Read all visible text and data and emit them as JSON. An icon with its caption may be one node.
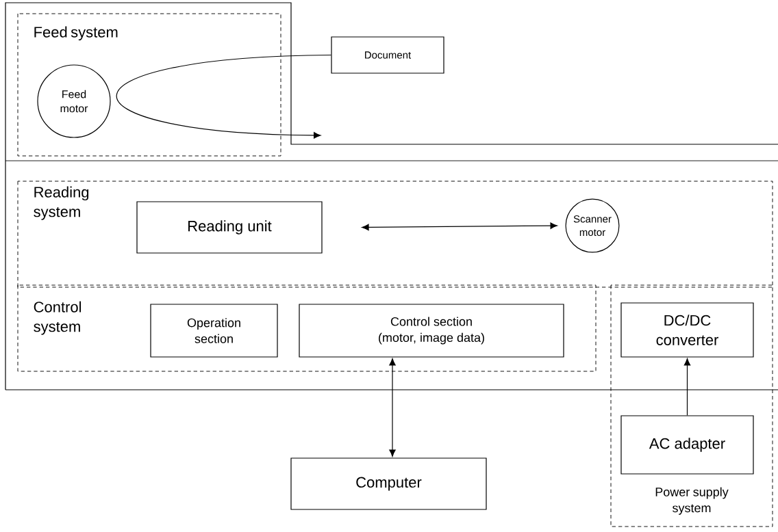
{
  "diagram": {
    "nodes": [
      {
        "text": [
          "Feed system"
        ]
      },
      {
        "text": [
          "Feed motor"
        ],
        "in": 0
      },
      {
        "text": [
          "Document"
        ]
      },
      {
        "text": [
          "Reading system"
        ]
      },
      {
        "text": [
          "Reading unit"
        ],
        "in": 3
      },
      {
        "text": [
          "Scanner motor"
        ],
        "in": 3
      },
      {
        "text": [
          "Control system"
        ]
      },
      {
        "text": [
          "Operation section"
        ],
        "in": 6
      },
      {
        "text": [
          "Control section (motor, image data)"
        ],
        "in": 6
      },
      {
        "text": [
          "Power supply system"
        ]
      },
      {
        "text": [
          "DC/DC converter"
        ],
        "in": 9
      },
      {
        "text": [
          "AC adapter"
        ],
        "in": 9
      },
      {
        "text": [
          "Computer"
        ]
      }
    ],
    "edges": [
      {
        "from": 2,
        "to": null,
        "arrow": "to"
      },
      {
        "from": 4,
        "to": 5,
        "arrow": "both"
      },
      {
        "from": 8,
        "to": 12,
        "arrow": "both"
      },
      {
        "from": 11,
        "to": 10,
        "arrow": "to"
      }
    ]
  }
}
